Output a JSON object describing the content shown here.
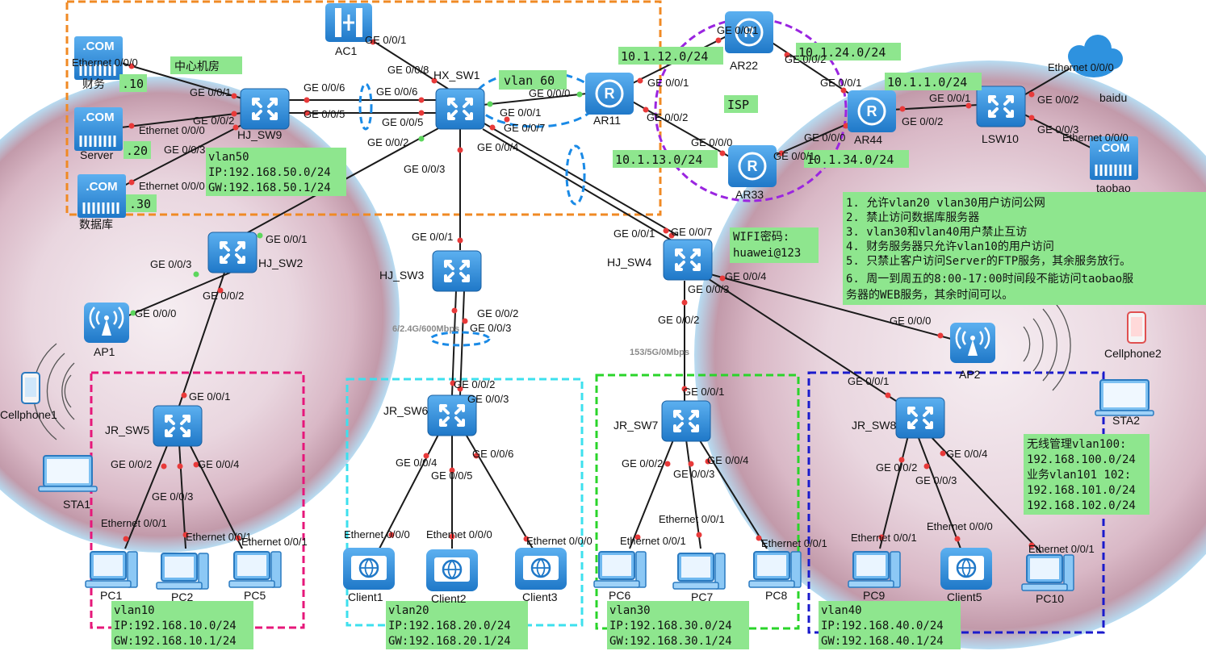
{
  "colors": {
    "router": "#2c8bd8",
    "switch": "#2c8bd8",
    "label_bg": "#8ee68e",
    "link": "#1a1a1a",
    "port_dot_red": "#e83a3a",
    "port_dot_green": "#5cd65c",
    "zone_orange": "#f08a24",
    "zone_pink": "#e6177a",
    "zone_cyan": "#3de0ee",
    "zone_green": "#2ad42a",
    "zone_blue": "#1a1acc",
    "zone_purple": "#9a25e0",
    "vlan_ring": "#1a8ae6"
  },
  "devices": {
    "ac1": "AC1",
    "hx_sw1": "HX_SW1",
    "ar11": "AR11",
    "ar22": "AR22",
    "ar33": "AR33",
    "ar44": "AR44",
    "lsw10": "LSW10",
    "baidu": "baidu",
    "taobao": "taobao",
    "hj_sw9": "HJ_SW9",
    "hj_sw2": "HJ_SW2",
    "hj_sw3": "HJ_SW3",
    "hj_sw4": "HJ_SW4",
    "jr_sw5": "JR_SW5",
    "jr_sw6": "JR_SW6",
    "jr_sw7": "JR_SW7",
    "jr_sw8": "JR_SW8",
    "ap1": "AP1",
    "ap2": "AP2",
    "cellphone1": "Cellphone1",
    "cellphone2": "Cellphone2",
    "sta1": "STA1",
    "sta2": "STA2",
    "caiwu": "财务",
    "server": "Server",
    "shujuku": "数据库",
    "pc1": "PC1",
    "pc2": "PC2",
    "pc5": "PC5",
    "client1": "Client1",
    "client2": "Client2",
    "client3": "Client3",
    "pc6": "PC6",
    "pc7": "PC7",
    "pc8": "PC8",
    "pc9": "PC9",
    "client5": "Client5",
    "pc10": "PC10",
    "com": ".COM"
  },
  "labels": {
    "center_room": "中心机房",
    "ip10": ".10",
    "ip20": ".20",
    "ip30": ".30",
    "vlan50_1": "vlan50",
    "vlan50_2": "IP:192.168.50.0/24",
    "vlan50_3": "GW:192.168.50.1/24",
    "vlan60": "vlan 60",
    "isp": "ISP",
    "net12": "10.1.12.0/24",
    "net24": "10.1.24.0/24",
    "net13": "10.1.13.0/24",
    "net34": "10.1.34.0/24",
    "net11": "10.1.1.0/24",
    "wifi1": "WIFI密码:",
    "wifi2": "huawei@123",
    "rules": [
      "1. 允许vlan20 vlan30用户访问公网",
      "2. 禁止访问数据库服务器",
      "3. vlan30和vlan40用户禁止互访",
      "4. 财务服务器只允许vlan10的用户访问",
      "5. 只禁止客户访问Server的FTP服务，其余服务放行。",
      "6. 周一到周五的8:00-17:00时间段不能访问taobao服",
      "   务器的WEB服务，其余时间可以。"
    ],
    "wlan": [
      "无线管理vlan100:",
      "192.168.100.0/24",
      "业务vlan101 102:",
      "192.168.101.0/24",
      "192.168.102.0/24"
    ],
    "vlan10": [
      "vlan10",
      "IP:192.168.10.0/24",
      "GW:192.168.10.1/24"
    ],
    "vlan20": [
      "vlan20",
      "IP:192.168.20.0/24",
      "GW:192.168.20.1/24"
    ],
    "vlan30": [
      "vlan30",
      "IP:192.168.30.0/24",
      "GW:192.168.30.1/24"
    ],
    "vlan40": [
      "vlan40",
      "IP:192.168.40.0/24",
      "GW:192.168.40.1/24"
    ],
    "link_sw3_sw6": "6/2.4G/600Mbps",
    "link_sw4_sw7": "153/5G/0Mbps"
  },
  "ports": {
    "e000": "Ethernet 0/0/0",
    "e001": "Ethernet 0/0/1",
    "g000": "GE 0/0/0",
    "g001": "GE 0/0/1",
    "g002": "GE 0/0/2",
    "g003": "GE 0/0/3",
    "g004": "GE 0/0/4",
    "g005": "GE 0/0/5",
    "g006": "GE 0/0/6",
    "g007": "GE 0/0/7",
    "g008": "GE 0/0/8"
  }
}
